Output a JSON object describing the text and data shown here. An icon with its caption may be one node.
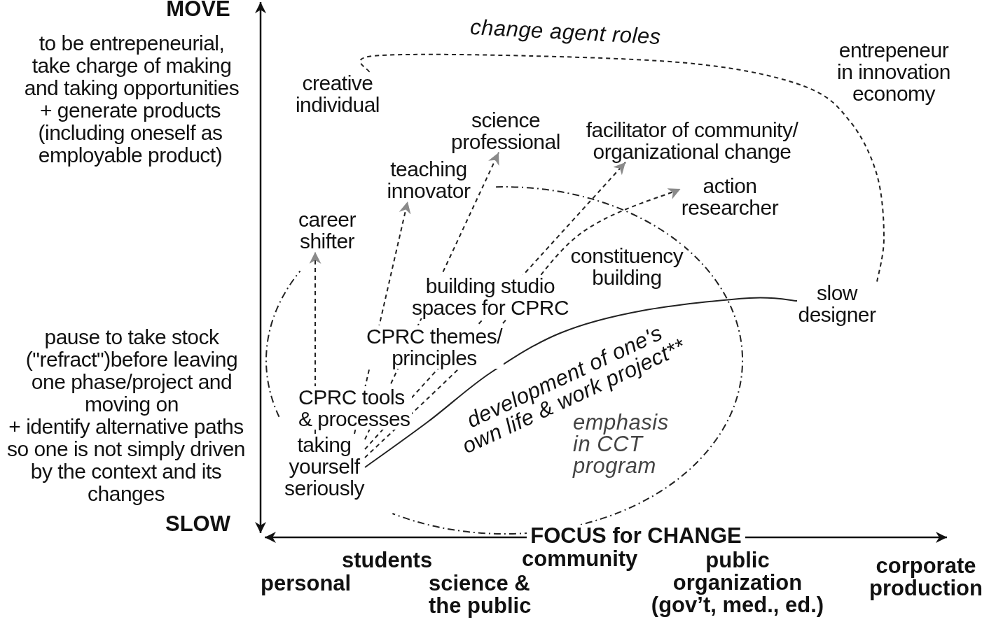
{
  "diagram": {
    "nodes": [
      {
        "text": [
          "creative individual"
        ]
      },
      {
        "text": [
          "science professional"
        ]
      },
      {
        "text": [
          "facilitator of community/ organizational change"
        ]
      },
      {
        "text": [
          "teaching innovator"
        ]
      },
      {
        "text": [
          "action researcher"
        ]
      },
      {
        "text": [
          "career shifter"
        ]
      },
      {
        "text": [
          "slow designer"
        ]
      },
      {
        "text": [
          "taking yourself seriously"
        ]
      }
    ],
    "edges": [
      {
        "from": 0,
        "to": 6,
        "arrow": "none",
        "style": "dashed",
        "label": "change agent roles"
      },
      {
        "from": 7,
        "to": 5,
        "arrow": "to",
        "style": "dashed"
      },
      {
        "from": 7,
        "to": 3,
        "arrow": "to",
        "style": "dashed"
      },
      {
        "from": 7,
        "to": 1,
        "arrow": "to",
        "style": "dashed"
      },
      {
        "from": 7,
        "to": 2,
        "arrow": "to",
        "style": "dashed"
      },
      {
        "from": 7,
        "to": 4,
        "arrow": "to",
        "style": "dashed"
      },
      {
        "from": 7,
        "to": 6,
        "arrow": "none",
        "label": "development of one's own life & work project**"
      }
    ],
    "labels": [
      "MOVE",
      "to be entrepeneurial, take charge of making and taking opportunities",
      "+ generate products (including oneself as employable product)",
      "entrepeneur in innovation economy",
      "constituency building",
      "building studio spaces for CPRC",
      "CPRC themes/ principles",
      "pause to take stock (\"refract\")before leaving one phase/project and moving on",
      "+ identify alternative paths so one is not simply driven by the context and its changes",
      "CPRC tools & processes",
      "emphasis in CCT program",
      "SLOW",
      "FOCUS for CHANGE",
      "community",
      "students",
      "public organization (gov’t, med., ed.)",
      "corporate production",
      "personal",
      "science & the public"
    ]
  }
}
